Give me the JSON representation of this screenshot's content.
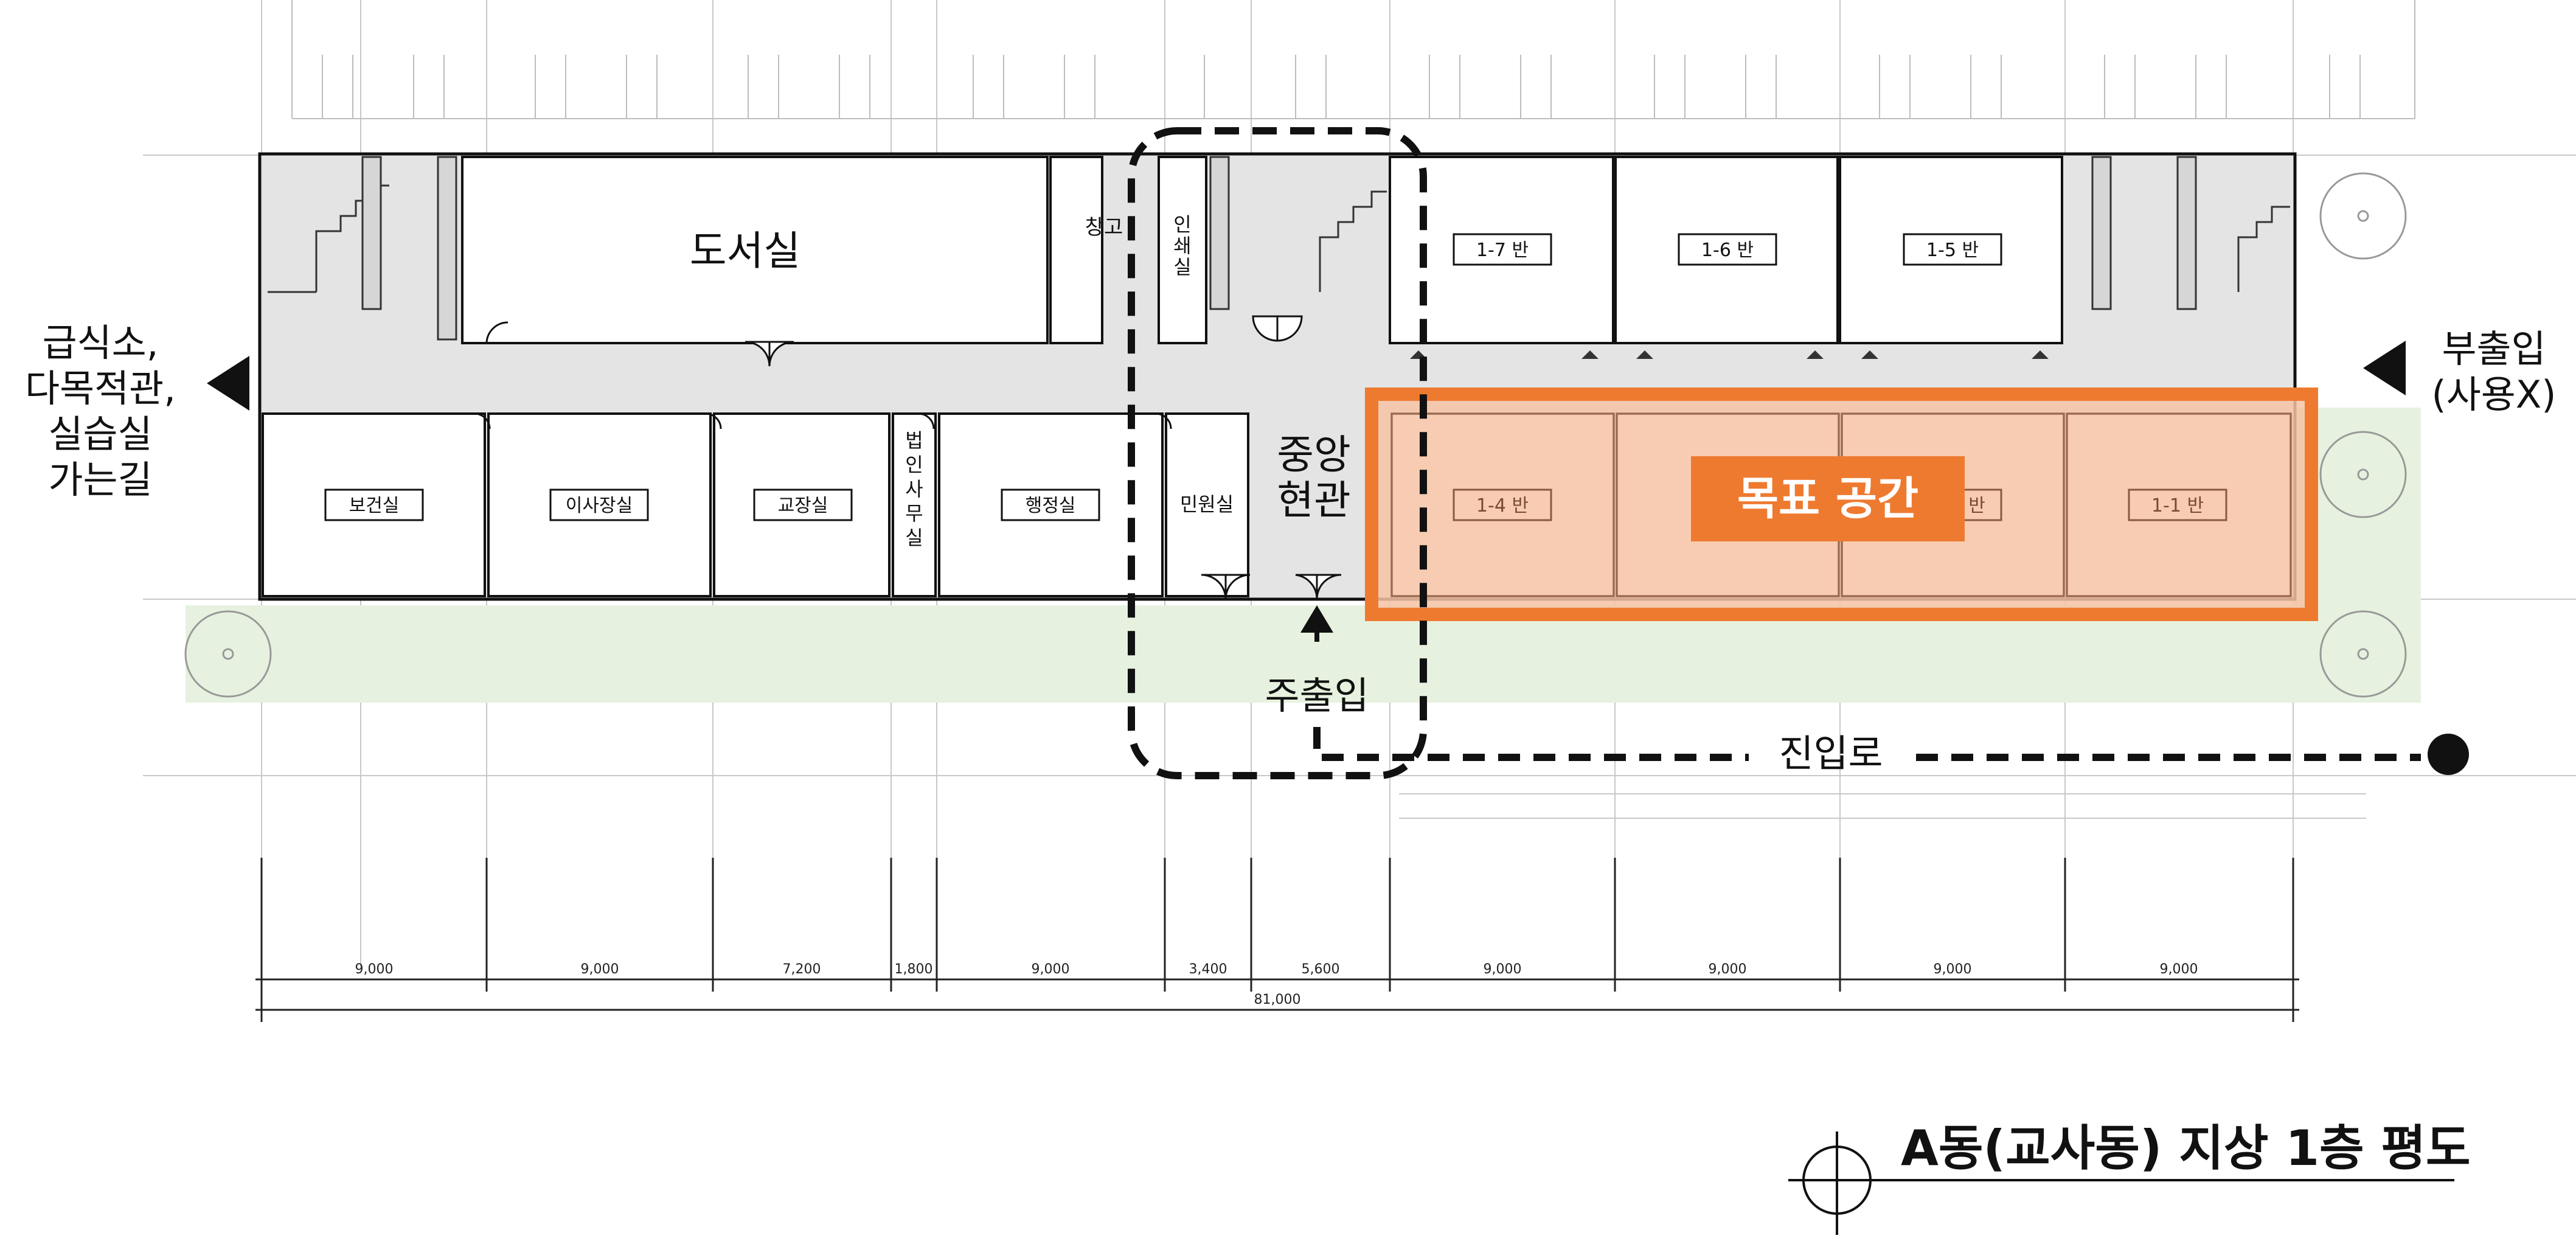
{
  "rooms": {
    "library": "도서실",
    "storage": "창고",
    "print_room": [
      "인",
      "쇄",
      "실"
    ],
    "class_1_7": "1-7 반",
    "class_1_6": "1-6 반",
    "class_1_5": "1-5 반",
    "health": "보건실",
    "director": "이사장실",
    "principal": "교장실",
    "corp_office": [
      "법",
      "인",
      "사",
      "무",
      "실"
    ],
    "admin": "행정실",
    "civil": "민원실",
    "lobby": [
      "중앙",
      "현관"
    ],
    "class_1_4": "1-4 반",
    "class_1_1": "1-1 반",
    "class_mid_a": "반"
  },
  "labels": {
    "left_dir": [
      "급식소,",
      "다목적관,",
      "실습실",
      "가는길"
    ],
    "side_entrance": [
      "부출입",
      "(사용X)"
    ],
    "main_entrance": "주출입",
    "approach": "진입로",
    "target": "목표 공간"
  },
  "dimensions": {
    "spans": [
      "9,000",
      "9,000",
      "7,200",
      "1,800",
      "9,000",
      "3,400",
      "5,600",
      "9,000",
      "9,000",
      "9,000",
      "9,000"
    ],
    "total": "81,000"
  },
  "title": "A동(교사동) 지상 1층 평도",
  "colors": {
    "target_orange": "#ee7a30",
    "target_fill": "#f6c3a4",
    "corridor_gray": "#e4e4e4",
    "green_strip": "#e6f2df",
    "line": "#222222"
  }
}
